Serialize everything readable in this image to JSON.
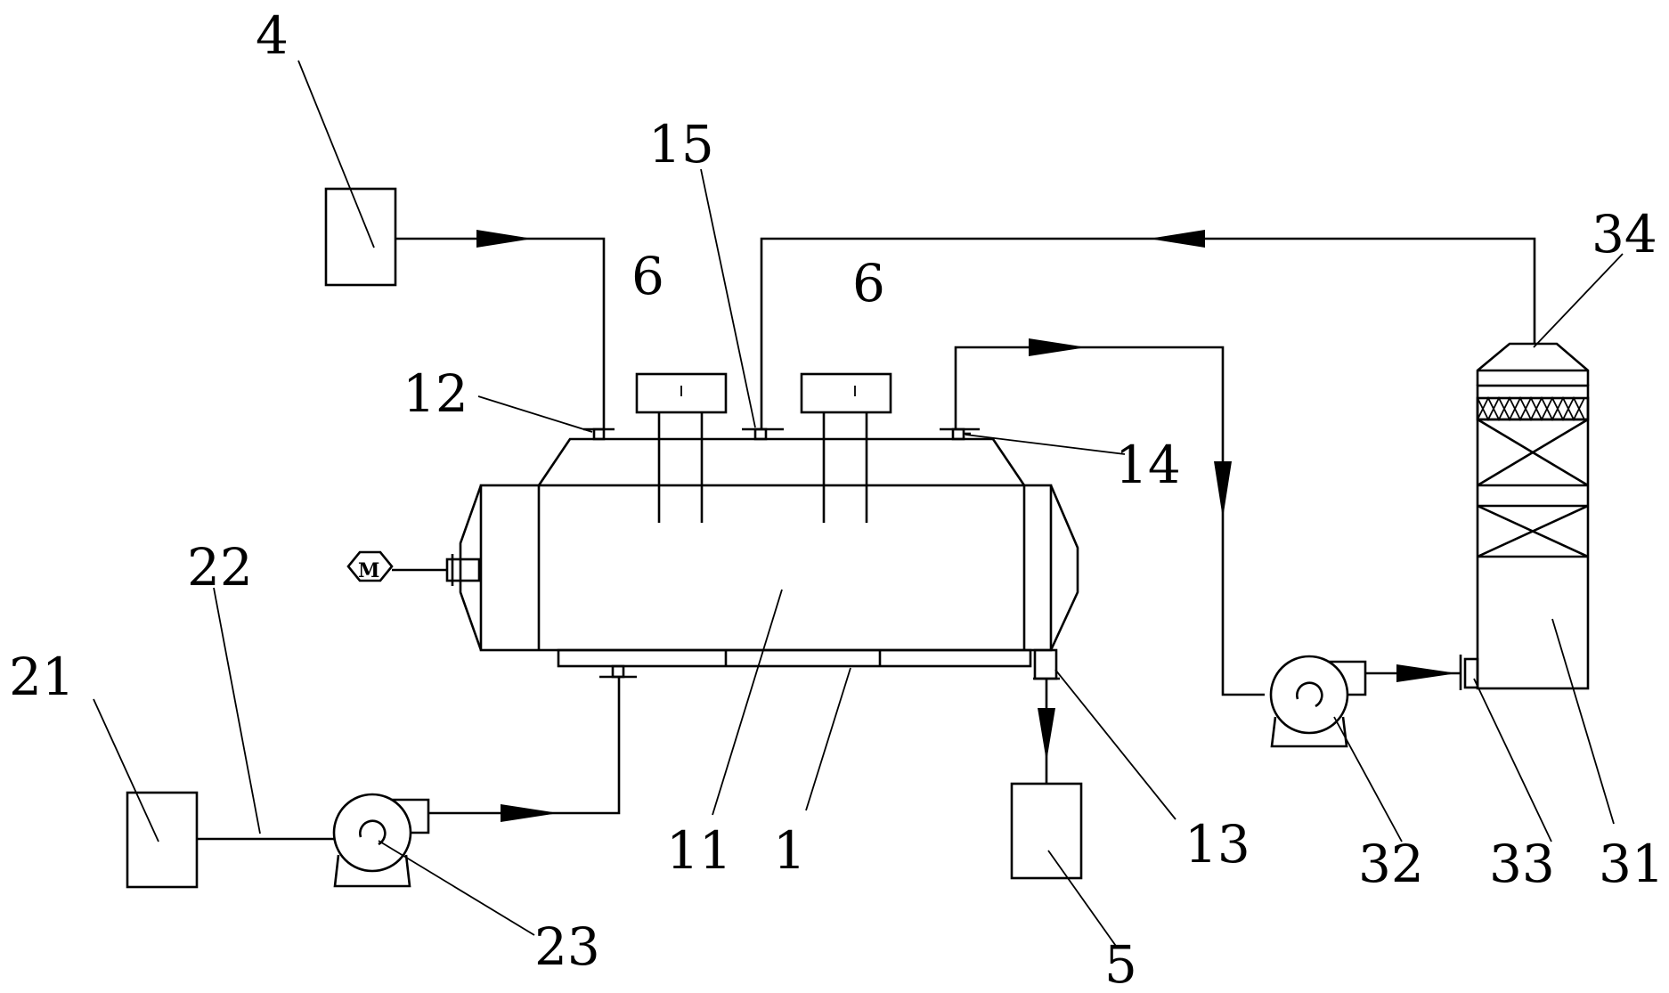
{
  "labels": {
    "l1": "1",
    "l4": "4",
    "l5": "5",
    "l6a": "6",
    "l6b": "6",
    "l11": "11",
    "l12": "12",
    "l13": "13",
    "l14": "14",
    "l15": "15",
    "l21": "21",
    "l22": "22",
    "l23": "23",
    "l31": "31",
    "l32": "32",
    "l33": "33",
    "l34": "34"
  },
  "motor_label": "M"
}
